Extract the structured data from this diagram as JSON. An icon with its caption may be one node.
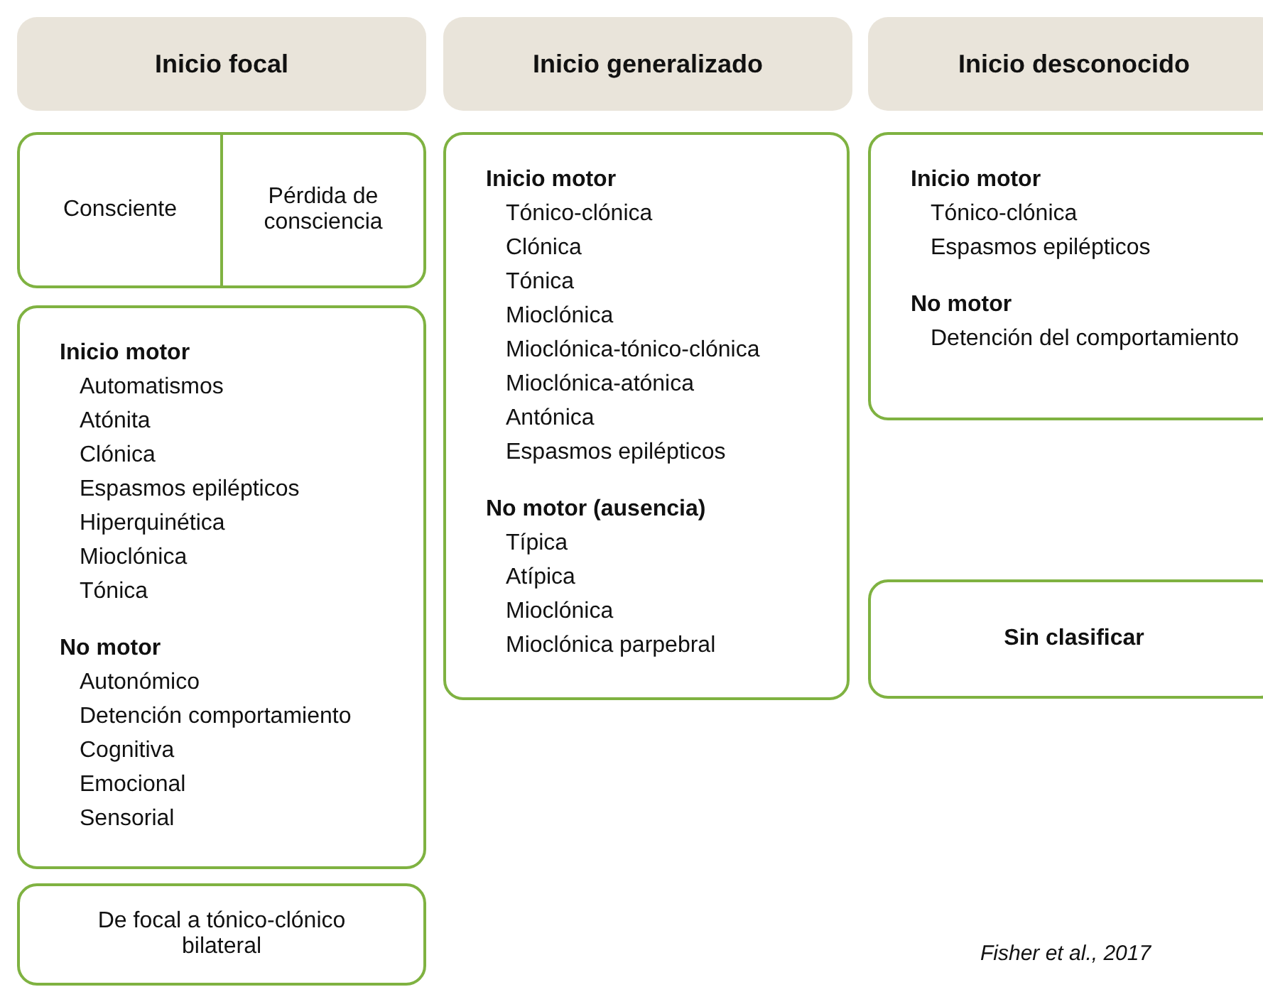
{
  "diagram": {
    "nodes": [
      {
        "text": [
          "Inicio focal"
        ]
      },
      {
        "text": [
          "Inicio generalizado"
        ]
      },
      {
        "text": [
          "Inicio desconocido"
        ]
      },
      {
        "text": [
          "Consciente",
          "Pérdida de consciencia"
        ]
      },
      {
        "text": [
          "Inicio motor",
          "Automatismos",
          "Atónita",
          "Clónica",
          "Espasmos epilépticos",
          "Hiperquinética",
          "Mioclónica",
          "Tónica",
          "No motor",
          "Autonómico",
          "Detención comportamiento",
          "Cognitiva",
          "Emocional",
          "Sensorial"
        ]
      },
      {
        "text": [
          "De focal a tónico-clónico bilateral"
        ]
      },
      {
        "text": [
          "Inicio motor",
          "Tónico-clónica",
          "Clónica",
          "Tónica",
          "Mioclónica",
          "Mioclónica-tónico-clónica",
          "Mioclónica-atónica",
          "Antónica",
          "Espasmos epilépticos",
          "No motor (ausencia)",
          "Típica",
          "Atípica",
          "Mioclónica",
          "Mioclónica parpebral"
        ]
      },
      {
        "text": [
          "Inicio motor",
          "Tónico-clónica",
          "Espasmos epilépticos",
          "No motor",
          "Detención del comportamiento"
        ]
      },
      {
        "text": [
          "Sin clasificar"
        ]
      }
    ],
    "edges": [],
    "labels": [
      "Fisher et al., 2017"
    ]
  }
}
